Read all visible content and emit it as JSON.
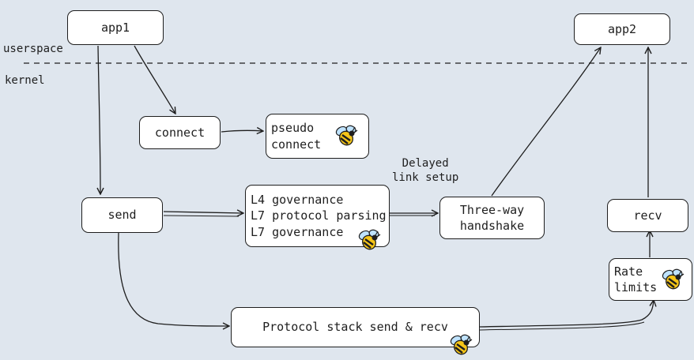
{
  "layers": {
    "userspace": "userspace",
    "kernel": "kernel"
  },
  "nodes": {
    "app1": "app1",
    "app2": "app2",
    "connect": "connect",
    "pseudo_connect": [
      "pseudo",
      "connect"
    ],
    "send": "send",
    "l7_box": [
      "L4 governance",
      "L7 protocol parsing",
      "L7 governance"
    ],
    "handshake": [
      "Three-way",
      "handshake"
    ],
    "recv": "recv",
    "rate_limits": [
      "Rate",
      "limits"
    ],
    "protocol_stack": "Protocol stack send & recv"
  },
  "annotations": {
    "delayed_link_setup": [
      "Delayed",
      "link setup"
    ]
  },
  "icons": {
    "bee": "ebpf-bee-icon"
  },
  "colors": {
    "background": "#dfe6ee",
    "stroke": "#1e1e1e",
    "box_fill": "#ffffff",
    "bee_yellow": "#f5c518",
    "bee_wing": "#bfe3ff"
  }
}
